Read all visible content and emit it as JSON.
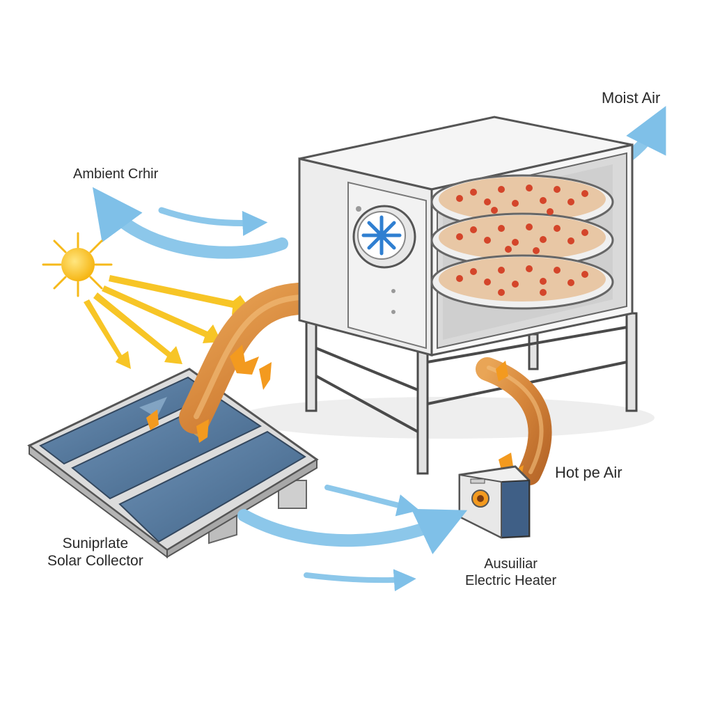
{
  "labels": {
    "moist_air": "Moist  Air",
    "ambient_air": "Ambient Crhir",
    "hot_air": "Hot pe Air",
    "solar_collector": {
      "line1": "Suniprlate",
      "line2": "Solar Collector"
    },
    "heater": {
      "line1": "Ausuiliar",
      "line2": "Electric Heater"
    }
  },
  "colors": {
    "air_flow": "#8cc7ea",
    "sun": "#f7c21b",
    "sun_rays": "#f6b91a",
    "duct": "#d58a3d",
    "flame": "#f39a1f",
    "cabinet": "#f2f2f2",
    "cabinet_outline": "#5a5a5a",
    "panel_glass": "#4e6f92",
    "fan_blades": "#2f7fd1",
    "tomatoes": "#d4452a"
  },
  "icons": [
    "sun-icon",
    "fan-icon",
    "solar-panel-icon",
    "heater-icon",
    "drying-tray-icon",
    "air-arrow-icon",
    "duct-icon"
  ]
}
